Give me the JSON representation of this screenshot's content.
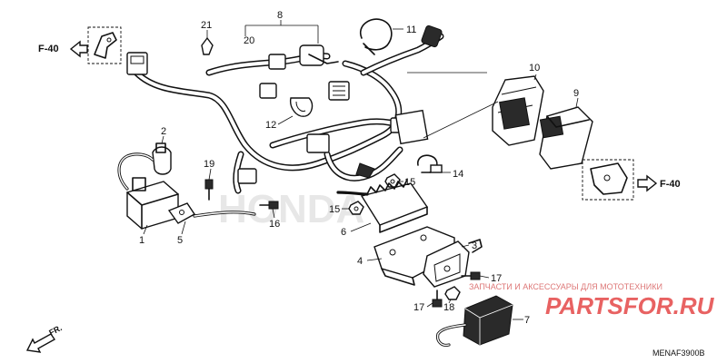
{
  "callouts": {
    "c1": "1",
    "c2": "2",
    "c3": "3",
    "c4": "4",
    "c5": "5",
    "c6": "6",
    "c7": "7",
    "c8": "8",
    "c9": "9",
    "c10": "10",
    "c11": "11",
    "c12": "12",
    "c14": "14",
    "c15a": "15",
    "c15b": "15",
    "c16": "16",
    "c17a": "17",
    "c17b": "17",
    "c18": "18",
    "c19": "19",
    "c20": "20",
    "c21": "21"
  },
  "refs": {
    "front_left": "F-40",
    "front_right": "F-40",
    "front_direction": "FR."
  },
  "diagram_code": "MENAF3900B",
  "watermark": {
    "text": "ЗАПЧАСТИ И АКСЕССУАРЫ ДЛЯ МОТОТЕХНИКИ",
    "logo": "PARTSFOR.RU",
    "brand": "HONDA"
  },
  "colors": {
    "line": "#111111",
    "watermark": "#e23b3b"
  }
}
